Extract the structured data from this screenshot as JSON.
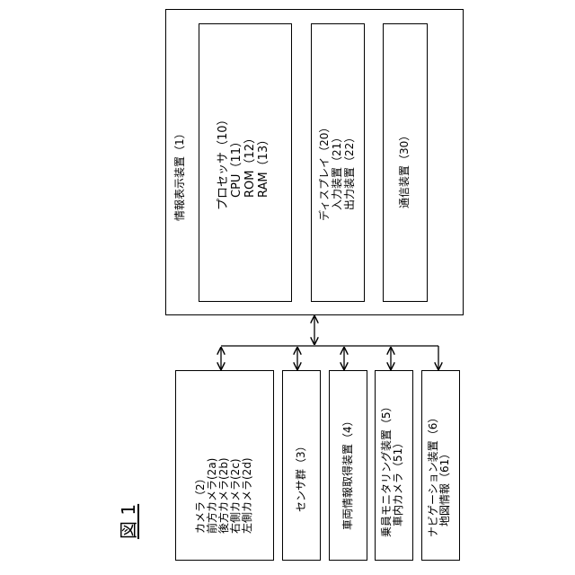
{
  "figure_label": "図 1",
  "device": {
    "title": "情報表示装置（1）",
    "processor": {
      "lines": [
        "プロセッサ（10）",
        "CPU（11）",
        "ROM（12）",
        "RAM（13）"
      ]
    },
    "display": {
      "lines": [
        "ディスプレイ（20）",
        "入力装置（21）",
        "出力装置（22）"
      ]
    },
    "comm": {
      "lines": [
        "通信装置（30）"
      ]
    }
  },
  "peripherals": [
    {
      "key": "camera",
      "lines": [
        "カメラ（2）",
        "前方カメラ(2a)",
        "後方カメラ(2b)",
        "右側カメラ(2c)",
        "左側カメラ(2d)"
      ]
    },
    {
      "key": "sensor",
      "lines": [
        "センサ群（3）"
      ]
    },
    {
      "key": "vehicle-info",
      "lines": [
        "車両情報取得装置（4）"
      ]
    },
    {
      "key": "occupant-monitor",
      "lines": [
        "乗員モニタリング装置（5）",
        "車内カメラ（51）"
      ]
    },
    {
      "key": "navigation",
      "lines": [
        "ナビゲーション装置（6）",
        "地図情報（61）"
      ]
    }
  ]
}
